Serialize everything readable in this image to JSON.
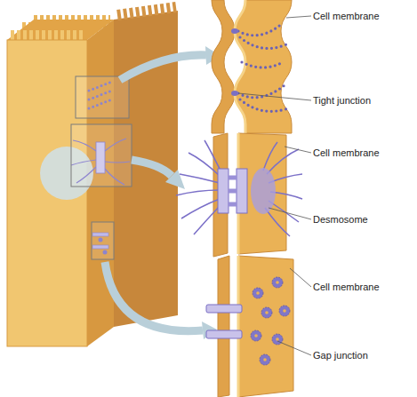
{
  "diagram": {
    "labels": [
      "Cell membrane",
      "Tight junction",
      "Cell membrane",
      "Desmosome",
      "Cell membrane",
      "Gap junction"
    ]
  }
}
